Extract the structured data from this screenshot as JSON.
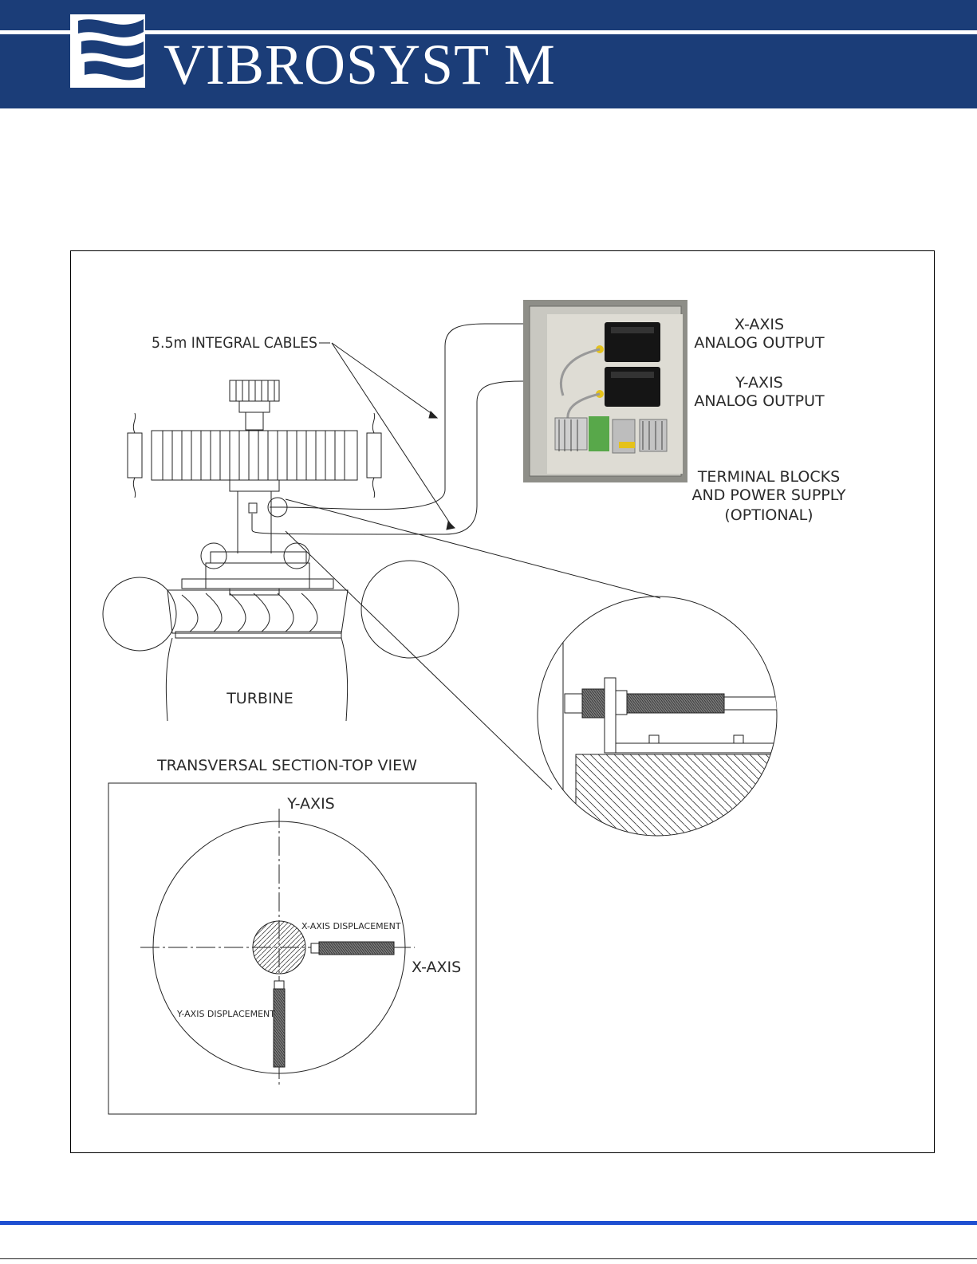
{
  "header": {
    "brand": "VIBROSYST M",
    "colors": {
      "band": "#1b3d78",
      "rule": "#1f4fd1"
    }
  },
  "icons": {
    "logo": "vibrosystm-wave-logo"
  },
  "diagram": {
    "cables_label": "5.5m INTEGRAL CABLES",
    "x_axis_output_line1": "X-AXIS",
    "x_axis_output_line2": "ANALOG OUTPUT",
    "y_axis_output_line1": "Y-AXIS",
    "y_axis_output_line2": "ANALOG OUTPUT",
    "terminal_line1": "TERMINAL BLOCKS",
    "terminal_line2": "AND POWER SUPPLY",
    "terminal_line3": "(OPTIONAL)",
    "turbine_label": "TURBINE",
    "section_title": "TRANSVERSAL SECTION-TOP VIEW",
    "y_axis_label": "Y-AXIS",
    "x_axis_label": "X-AXIS",
    "x_displacement_label": "X-AXIS DISPLACEMENT",
    "y_displacement_label": "Y-AXIS DISPLACEMENT"
  }
}
